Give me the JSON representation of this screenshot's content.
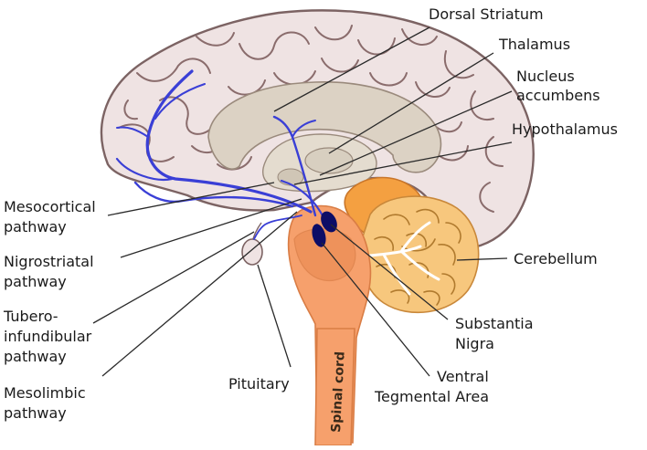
{
  "labels": {
    "dorsal_striatum": "Dorsal Striatum",
    "thalamus": "Thalamus",
    "nucleus_1": "Nucleus",
    "nucleus_2": "accumbens",
    "hypothalamus": "Hypothalamus",
    "mesocortical_1": "Mesocortical",
    "mesocortical_2": "pathway",
    "nigrostriatal_1": "Nigrostriatal",
    "nigrostriatal_2": "pathway",
    "tubero_1": "Tubero-",
    "tubero_2": "infundibular",
    "tubero_3": "pathway",
    "mesolimbic_1": "Mesolimbic",
    "mesolimbic_2": "pathway",
    "cerebellum": "Cerebellum",
    "substantia_1": "Substantia",
    "substantia_2": "Nigra",
    "ventral_1": "Ventral",
    "ventral_2": "Tegmental Area",
    "pituitary": "Pituitary",
    "spinal_cord": "Spinal cord"
  },
  "colors": {
    "cortex": "#efe3e3",
    "cortex_outline": "#7c6363",
    "inner": "#dcd2c4",
    "brainstem": "#f6a06c",
    "brainstem_dark": "#e8874e",
    "cerebellum_orange": "#f4a041",
    "cerebellum_light": "#f7c77d",
    "pathway": "#3a3fd6",
    "nucleus": "#0d0d66"
  }
}
